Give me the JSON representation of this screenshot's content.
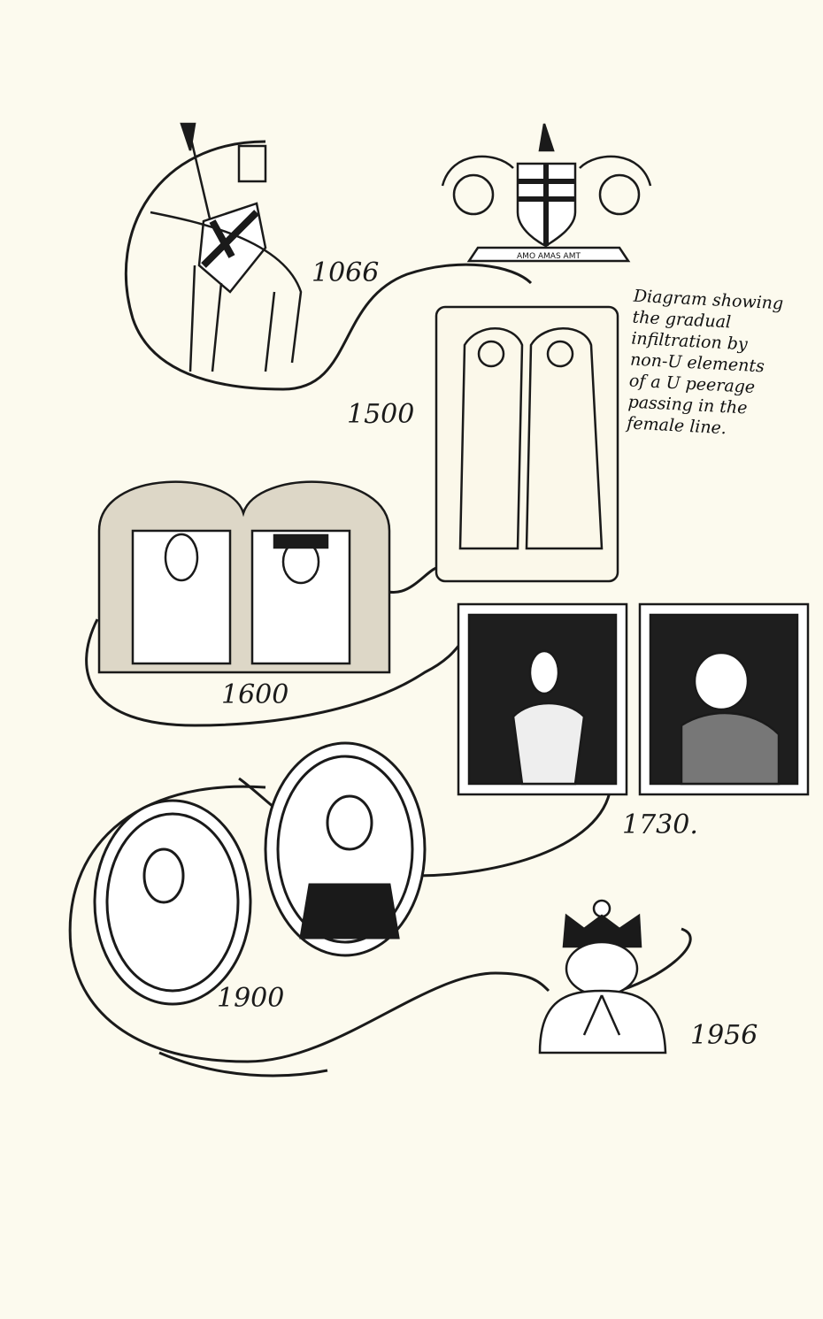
{
  "caption": {
    "lines": [
      "Diagram showing",
      "the gradual",
      "infiltration by",
      "non-U elements",
      "of a U peerage",
      "passing in the",
      "female line."
    ]
  },
  "years": [
    "1066",
    "1500",
    "1600",
    "1730.",
    "1900",
    "1956"
  ],
  "coat_of_arms": {
    "motto": "AMO AMAS AMT"
  },
  "colors": {
    "paper": "#fcfaee",
    "ink": "#1a1a1a"
  }
}
